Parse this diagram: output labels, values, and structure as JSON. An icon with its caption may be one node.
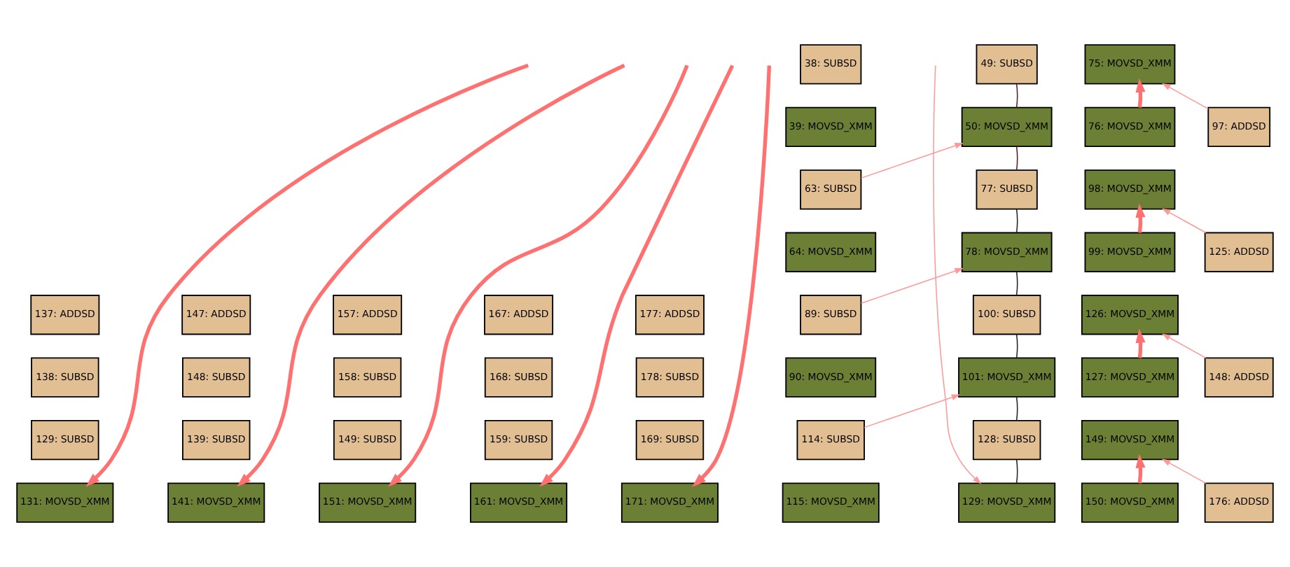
{
  "diagram": {
    "nodes": [
      {
        "text": [
          "137: ADDSD"
        ]
      },
      {
        "text": [
          "147: ADDSD"
        ]
      },
      {
        "text": [
          "157: ADDSD"
        ]
      },
      {
        "text": [
          "167: ADDSD"
        ]
      },
      {
        "text": [
          "177: ADDSD"
        ]
      },
      {
        "text": [
          "138: SUBSD"
        ]
      },
      {
        "text": [
          "148: SUBSD"
        ]
      },
      {
        "text": [
          "158: SUBSD"
        ]
      },
      {
        "text": [
          "168: SUBSD"
        ]
      },
      {
        "text": [
          "178: SUBSD"
        ]
      },
      {
        "text": [
          "129: SUBSD"
        ]
      },
      {
        "text": [
          "139: SUBSD"
        ]
      },
      {
        "text": [
          "149: SUBSD"
        ]
      },
      {
        "text": [
          "159: SUBSD"
        ]
      },
      {
        "text": [
          "169: SUBSD"
        ]
      },
      {
        "text": [
          "131: MOVSD_XMM"
        ]
      },
      {
        "text": [
          "141: MOVSD_XMM"
        ]
      },
      {
        "text": [
          "151: MOVSD_XMM"
        ]
      },
      {
        "text": [
          "161: MOVSD_XMM"
        ]
      },
      {
        "text": [
          "171: MOVSD_XMM"
        ]
      },
      {
        "text": [
          "38: SUBSD"
        ]
      },
      {
        "text": [
          "49: SUBSD"
        ]
      },
      {
        "text": [
          "75: MOVSD_XMM"
        ]
      },
      {
        "text": [
          "39: MOVSD_XMM"
        ]
      },
      {
        "text": [
          "50: MOVSD_XMM"
        ]
      },
      {
        "text": [
          "76: MOVSD_XMM"
        ]
      },
      {
        "text": [
          "97: ADDSD"
        ]
      },
      {
        "text": [
          "63: SUBSD"
        ]
      },
      {
        "text": [
          "77: SUBSD"
        ]
      },
      {
        "text": [
          "98: MOVSD_XMM"
        ]
      },
      {
        "text": [
          "64: MOVSD_XMM"
        ]
      },
      {
        "text": [
          "78: MOVSD_XMM"
        ]
      },
      {
        "text": [
          "99: MOVSD_XMM"
        ]
      },
      {
        "text": [
          "125: ADDSD"
        ]
      },
      {
        "text": [
          "89: SUBSD"
        ]
      },
      {
        "text": [
          "100: SUBSD"
        ]
      },
      {
        "text": [
          "126: MOVSD_XMM"
        ]
      },
      {
        "text": [
          "90: MOVSD_XMM"
        ]
      },
      {
        "text": [
          "101: MOVSD_XMM"
        ]
      },
      {
        "text": [
          "127: MOVSD_XMM"
        ]
      },
      {
        "text": [
          "148: ADDSD"
        ]
      },
      {
        "text": [
          "114: SUBSD"
        ]
      },
      {
        "text": [
          "128: SUBSD"
        ]
      },
      {
        "text": [
          "149: MOVSD_XMM"
        ]
      },
      {
        "text": [
          "115: MOVSD_XMM"
        ]
      },
      {
        "text": [
          "129: MOVSD_XMM"
        ]
      },
      {
        "text": [
          "150: MOVSD_XMM"
        ]
      },
      {
        "text": [
          "176: ADDSD"
        ]
      }
    ],
    "edges": [
      {
        "from": null,
        "to": 15,
        "arrow": "to",
        "style": "thick",
        "color": "#ff7070"
      },
      {
        "from": null,
        "to": 16,
        "arrow": "to",
        "style": "thick",
        "color": "#ff7070"
      },
      {
        "from": null,
        "to": 17,
        "arrow": "to",
        "style": "thick",
        "color": "#ff7070"
      },
      {
        "from": null,
        "to": 18,
        "arrow": "to",
        "style": "thick",
        "color": "#ff7070"
      },
      {
        "from": null,
        "to": 19,
        "arrow": "to",
        "style": "thick",
        "color": "#ff7070"
      },
      {
        "from": 21,
        "to": 24,
        "arrow": "none",
        "color": "#5a2020"
      },
      {
        "from": 24,
        "to": 28,
        "arrow": "none",
        "color": "#5a2020"
      },
      {
        "from": 28,
        "to": 31,
        "arrow": "none",
        "color": "#222222"
      },
      {
        "from": 31,
        "to": 35,
        "arrow": "none",
        "color": "#222222"
      },
      {
        "from": 35,
        "to": 38,
        "arrow": "none",
        "color": "#222222"
      },
      {
        "from": 38,
        "to": 42,
        "arrow": "none",
        "color": "#222222"
      },
      {
        "from": 42,
        "to": 45,
        "arrow": "none",
        "color": "#222222"
      },
      {
        "from": 27,
        "to": 24,
        "arrow": "to",
        "color": "#ff9999"
      },
      {
        "from": 34,
        "to": 31,
        "arrow": "to",
        "color": "#ff9999"
      },
      {
        "from": 41,
        "to": 38,
        "arrow": "to",
        "color": "#ff9999"
      },
      {
        "from": null,
        "to": 45,
        "arrow": "to",
        "color": "#ff9999"
      },
      {
        "from": 26,
        "to": 22,
        "arrow": "to",
        "color": "#ff9999"
      },
      {
        "from": 33,
        "to": 29,
        "arrow": "to",
        "color": "#ff9999"
      },
      {
        "from": 40,
        "to": 36,
        "arrow": "to",
        "color": "#ff9999"
      },
      {
        "from": 47,
        "to": 43,
        "arrow": "to",
        "color": "#ff9999"
      },
      {
        "from": 25,
        "to": 22,
        "arrow": "to",
        "style": "thick",
        "color": "#ff7070"
      },
      {
        "from": 32,
        "to": 29,
        "arrow": "to",
        "style": "thick",
        "color": "#ff7070"
      },
      {
        "from": 39,
        "to": 36,
        "arrow": "to",
        "style": "thick",
        "color": "#ff7070"
      },
      {
        "from": 46,
        "to": 43,
        "arrow": "to",
        "style": "thick",
        "color": "#ff7070"
      }
    ]
  }
}
